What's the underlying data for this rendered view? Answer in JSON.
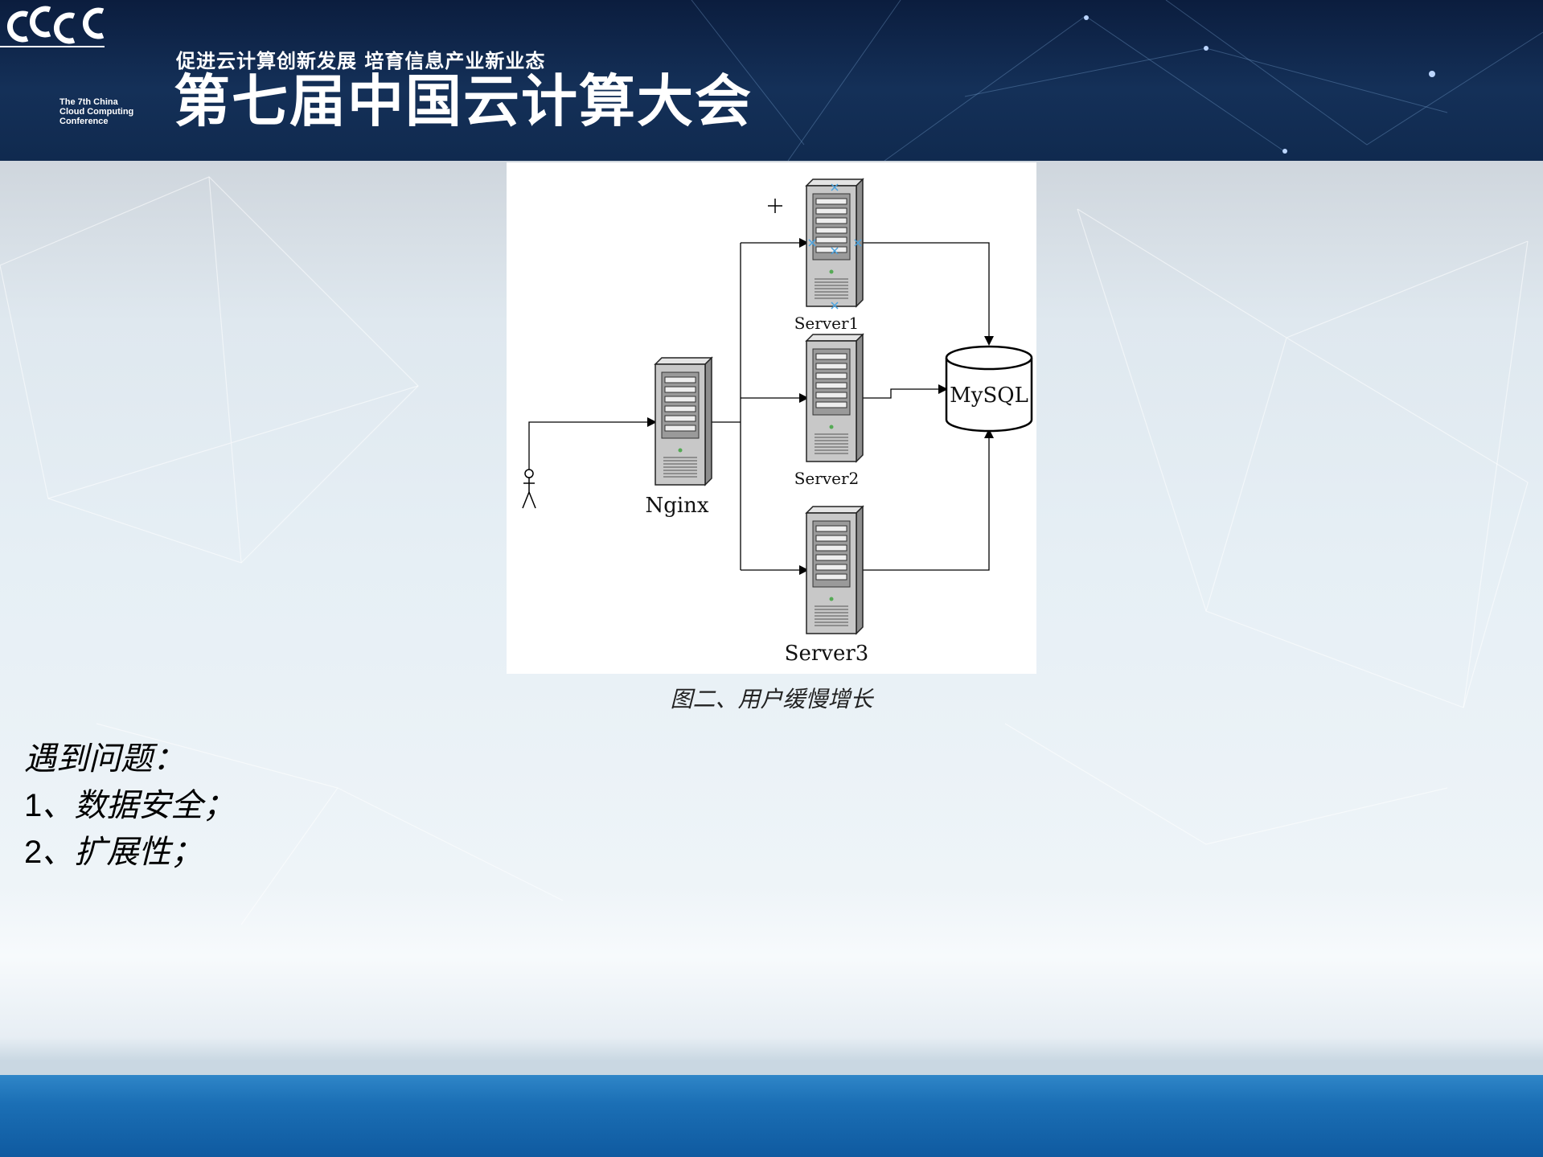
{
  "banner": {
    "logo_text": "CCCC",
    "logo_caption": "The 7th China\nCloud Computing\nConference",
    "slogan": "促进云计算创新发展  培育信息产业新业态",
    "title": "第七届中国云计算大会"
  },
  "diagram": {
    "nodes": {
      "nginx": "Nginx",
      "server1": "Server1",
      "server2": "Server2",
      "server3": "Server3",
      "mysql": "MySQL"
    },
    "edges": [
      {
        "from": "user",
        "to": "nginx"
      },
      {
        "from": "nginx",
        "to": "server1"
      },
      {
        "from": "nginx",
        "to": "server2"
      },
      {
        "from": "nginx",
        "to": "server3"
      },
      {
        "from": "server1",
        "to": "mysql"
      },
      {
        "from": "server2",
        "to": "mysql"
      },
      {
        "from": "server3",
        "to": "mysql"
      }
    ],
    "caption": "图二、用户缓慢增长"
  },
  "issues": {
    "heading": "遇到问题：",
    "items": [
      {
        "num": "1",
        "text": "、数据安全；"
      },
      {
        "num": "2",
        "text": "、扩展性；"
      }
    ]
  },
  "colors": {
    "banner": "#102a4f",
    "bottom_band": "#1b6fb5",
    "server_body": "#c8c8c8"
  }
}
